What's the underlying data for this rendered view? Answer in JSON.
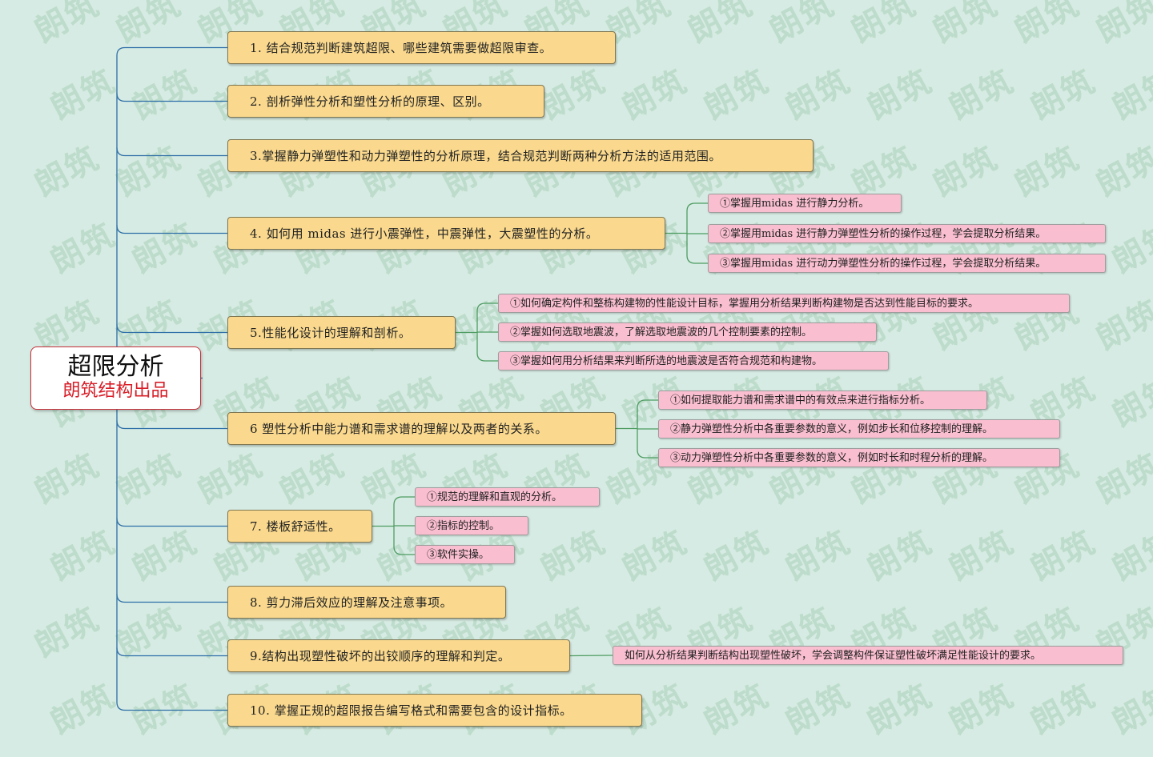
{
  "root": {
    "title": "超限分析",
    "subtitle": "朗筑结构出品"
  },
  "watermark_text": "朗筑",
  "colors": {
    "background": "#d6ebe3",
    "main_fill": "#fad98e",
    "sub_fill": "#f9bed0",
    "connector_main": "#2f6fa8",
    "connector_sub": "#4e9c62",
    "root_border": "#c8303a",
    "root_subtitle": "#d8202a"
  },
  "branches": [
    {
      "label": "1. 结合规范判断建筑超限、哪些建筑需要做超限审查。",
      "children": []
    },
    {
      "label": "2. 剖析弹性分析和塑性分析的原理、区别。",
      "children": []
    },
    {
      "label": "3.掌握静力弹塑性和动力弹塑性的分析原理，结合规范判断两种分析方法的适用范围。",
      "children": []
    },
    {
      "label": "4. 如何用 midas 进行小震弹性，中震弹性，大震塑性的分析。",
      "children": [
        "①掌握用midas 进行静力分析。",
        "②掌握用midas 进行静力弹塑性分析的操作过程，学会提取分析结果。",
        "③掌握用midas 进行动力弹塑性分析的操作过程，学会提取分析结果。"
      ]
    },
    {
      "label": "5.性能化设计的理解和剖析。",
      "children": [
        "①如何确定构件和整栋构建物的性能设计目标，掌握用分析结果判断构建物是否达到性能目标的要求。",
        "②掌握如何选取地震波，了解选取地震波的几个控制要素的控制。",
        "③掌握如何用分析结果来判断所选的地震波是否符合规范和构建物。"
      ]
    },
    {
      "label": "6  塑性分析中能力谱和需求谱的理解以及两者的关系。",
      "children": [
        "①如何提取能力谱和需求谱中的有效点来进行指标分析。",
        "②静力弹塑性分析中各重要参数的意义，例如步长和位移控制的理解。",
        "③动力弹塑性分析中各重要参数的意义，例如时长和时程分析的理解。"
      ]
    },
    {
      "label": "7. 楼板舒适性。",
      "children": [
        "①规范的理解和直观的分析。",
        "②指标的控制。",
        "③软件实操。"
      ]
    },
    {
      "label": "8.  剪力滞后效应的理解及注意事项。",
      "children": []
    },
    {
      "label": "9.结构出现塑性破坏的出铰顺序的理解和判定。",
      "children": [
        "如何从分析结果判断结构出现塑性破坏，学会调整构件保证塑性破坏满足性能设计的要求。"
      ]
    },
    {
      "label": "10.  掌握正规的超限报告编写格式和需要包含的设计指标。",
      "children": []
    }
  ]
}
